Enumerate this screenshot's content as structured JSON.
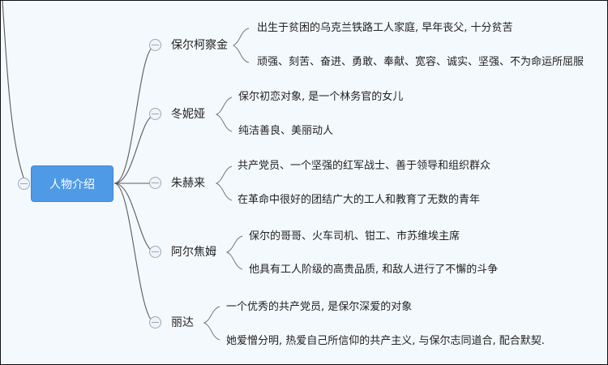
{
  "mindmap": {
    "root": "人物介绍",
    "branches": [
      {
        "name": "保尔柯察金",
        "details": [
          "出生于贫困的乌克兰铁路工人家庭, 早年丧父, 十分贫苦",
          "顽强、刻苦、奋进、勇敢、奉献、宽容、诚实、坚强、不为命运所屈服"
        ]
      },
      {
        "name": "冬妮娅",
        "details": [
          "保尔初恋对象, 是一个林务官的女儿",
          "纯洁善良、美丽动人"
        ]
      },
      {
        "name": "朱赫来",
        "details": [
          "共产党员、一个坚强的红军战士、善于领导和组织群众",
          "在革命中很好的团结广大的工人和教育了无数的青年"
        ]
      },
      {
        "name": "阿尔焦姆",
        "details": [
          "保尔的哥哥、火车司机、钳工、市苏维埃主席",
          "他具有工人阶级的高贵品质, 和敌人进行了不懈的斗争"
        ]
      },
      {
        "name": "丽达",
        "details": [
          "一个优秀的共产党员, 是保尔深爱的对象",
          "她爱憎分明, 热爱自己所信仰的共产主义, 与保尔志同道合, 配合默契."
        ]
      }
    ]
  },
  "colors": {
    "background": "#f4f9fd",
    "root_fill": "#4f9ae6",
    "connector": "#555555"
  }
}
